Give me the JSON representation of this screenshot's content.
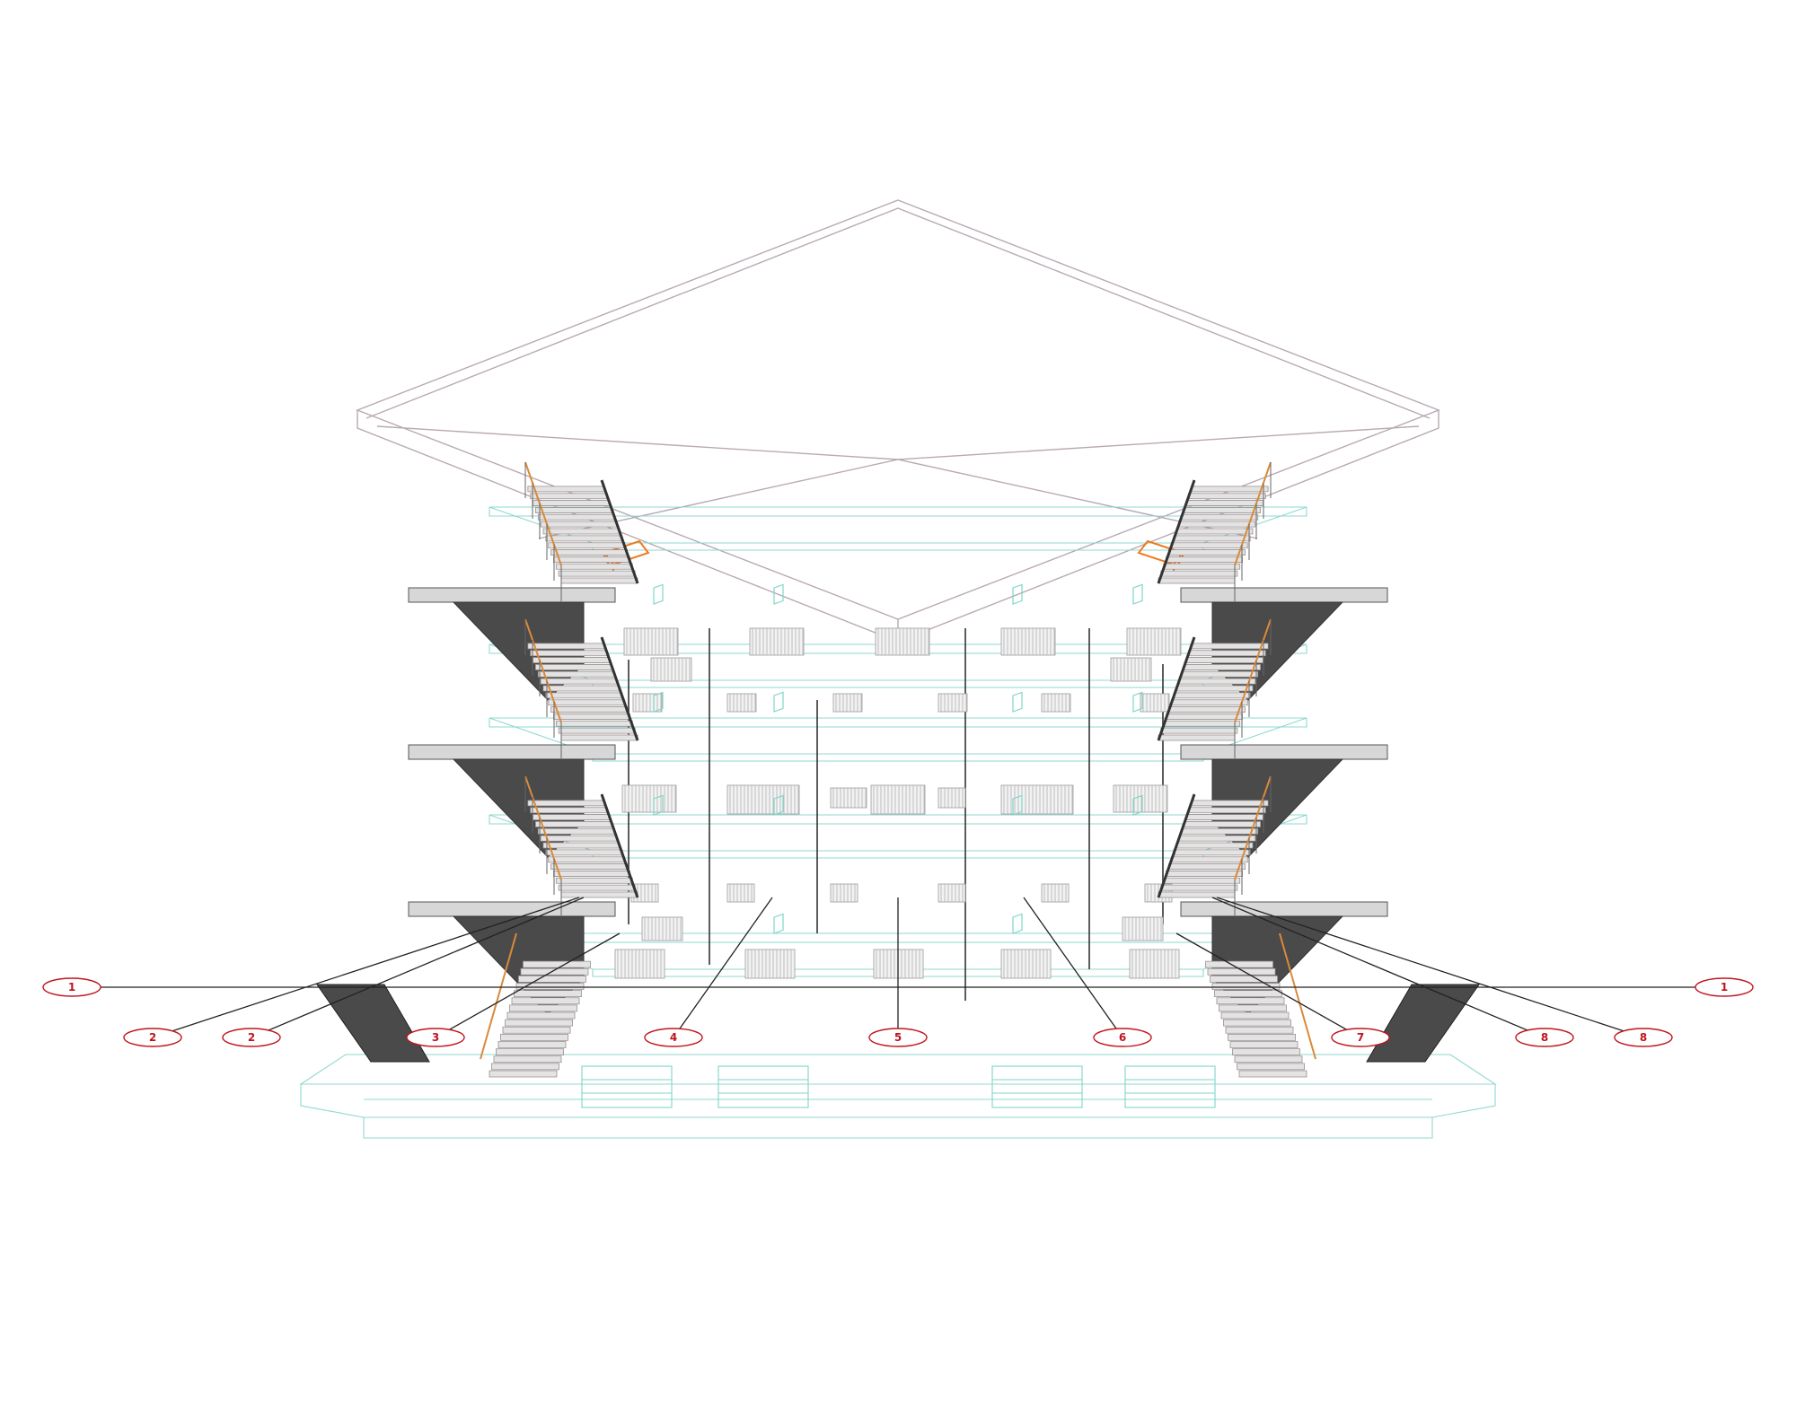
{
  "colors": {
    "background": "#ffffff",
    "roof_line": "#b9a9b4",
    "floor_line": "#8fd8cf",
    "glass": "#7fd6c8",
    "stair_dark": "#4a4a4a",
    "stair_top": "#d7d7d7",
    "tread": "#9a9090",
    "handrail": "#d98a3a",
    "highlight_orange": "#f07a1f",
    "tag_ring": "#c0141c",
    "tag_text": "#c0141c",
    "leader_line": "#222222"
  },
  "callouts": [
    {
      "label": "1",
      "side": "left"
    },
    {
      "label": "2",
      "side": "left"
    },
    {
      "label": "2",
      "side": "left"
    },
    {
      "label": "3",
      "side": "left"
    },
    {
      "label": "4",
      "side": "center"
    },
    {
      "label": "5",
      "side": "center"
    },
    {
      "label": "6",
      "side": "center"
    },
    {
      "label": "7",
      "side": "right"
    },
    {
      "label": "8",
      "side": "right"
    },
    {
      "label": "8",
      "side": "right"
    },
    {
      "label": "1",
      "side": "right"
    }
  ],
  "stair_towers": [
    {
      "side": "left",
      "flights": 4
    },
    {
      "side": "right",
      "flights": 4
    }
  ],
  "floors": 5,
  "icons": {
    "exploded_roof": "roof-outline-icon",
    "stair_tower": "staircase-icon",
    "radiator": "radiator-icon",
    "window": "glass-panel-icon",
    "callout": "number-tag-icon"
  }
}
